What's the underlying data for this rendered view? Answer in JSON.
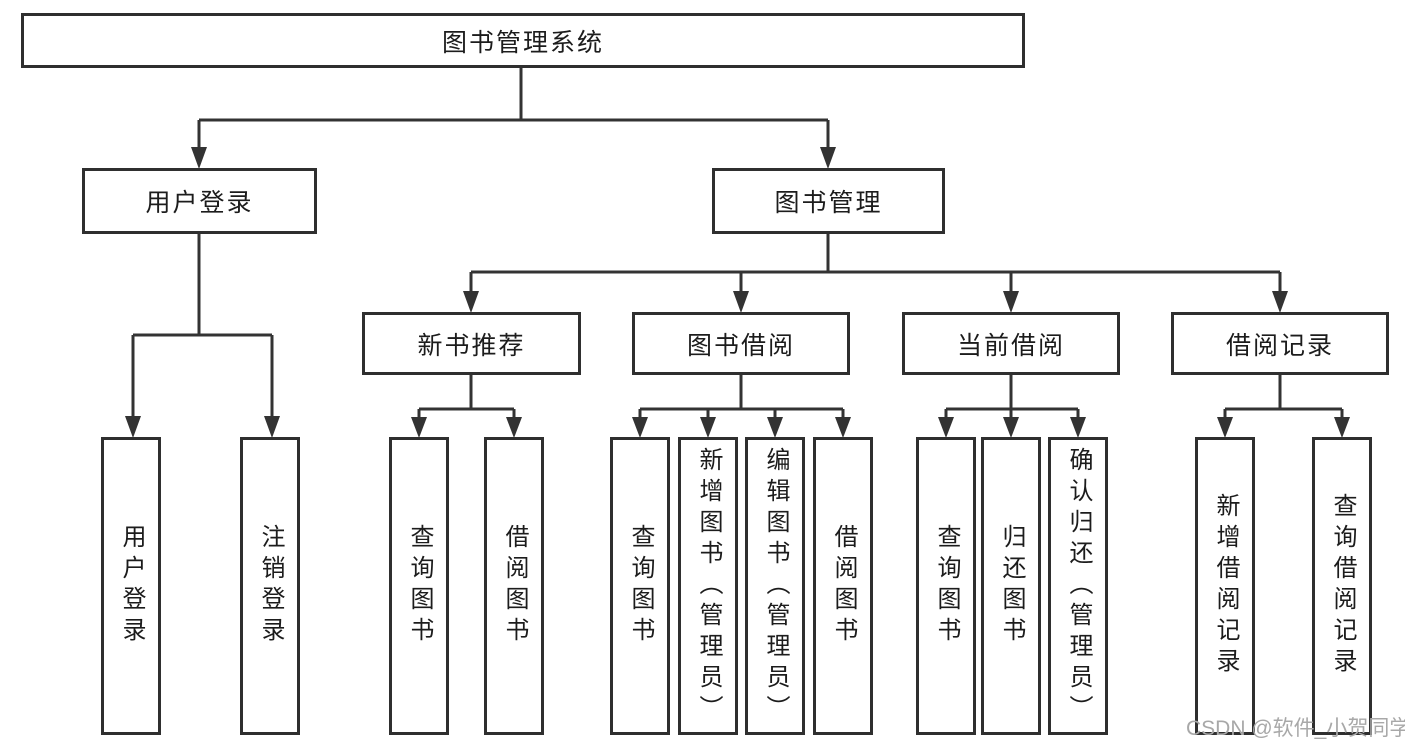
{
  "diagram": {
    "root": {
      "label": "图书管理系统"
    },
    "branches": [
      {
        "label": "用户登录",
        "leaves": [
          "用户登录",
          "注销登录"
        ]
      },
      {
        "label": "图书管理",
        "groups": [
          {
            "label": "新书推荐",
            "leaves": [
              "查询图书",
              "借阅图书"
            ]
          },
          {
            "label": "图书借阅",
            "leaves": [
              "查询图书",
              "新增图书（管理员）",
              "编辑图书（管理员）",
              "借阅图书"
            ]
          },
          {
            "label": "当前借阅",
            "leaves": [
              "查询图书",
              "归还图书",
              "确认归还（管理员）"
            ]
          },
          {
            "label": "借阅记录",
            "leaves": [
              "新增借阅记录",
              "查询借阅记录"
            ]
          }
        ]
      }
    ]
  },
  "watermark": {
    "text": "CSDN @软件_小贺同学"
  },
  "colors": {
    "line": "#333333",
    "box_border": "#2f2f2f",
    "text": "#1c1c1c",
    "watermark": "#a8a8a8",
    "background": "#ffffff"
  }
}
